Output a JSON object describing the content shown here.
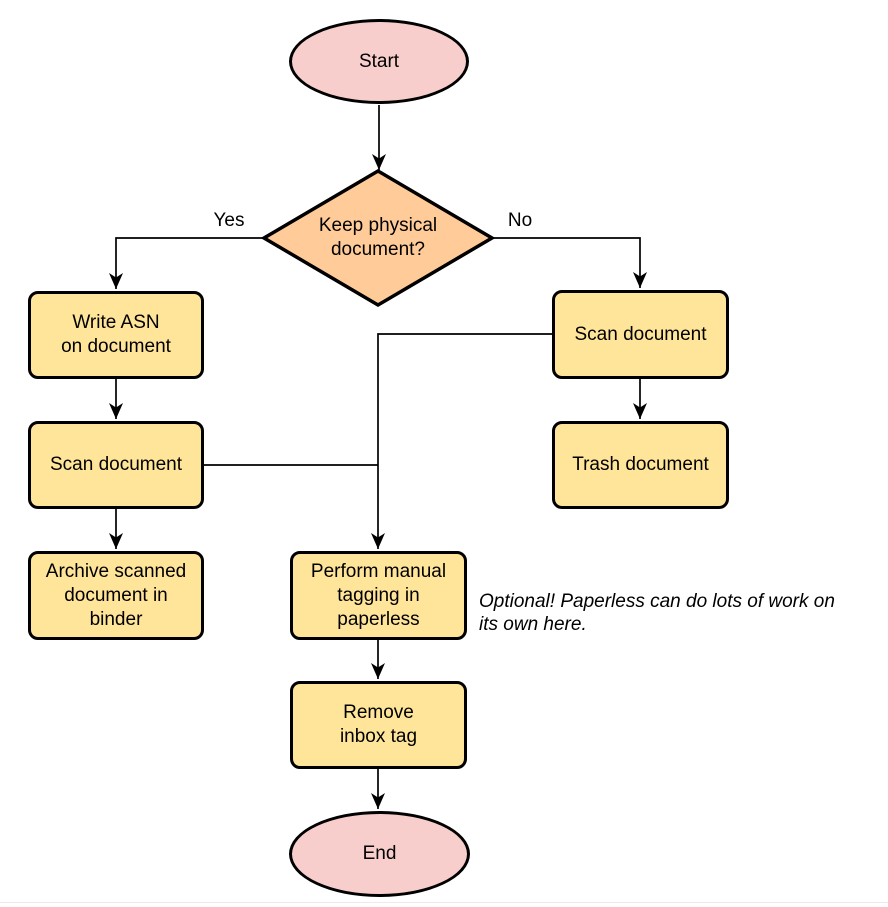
{
  "diagram": {
    "nodes": {
      "start": {
        "label": "Start",
        "shape": "terminal"
      },
      "decision": {
        "label": "Keep physical\ndocument?",
        "shape": "decision"
      },
      "write_asn": {
        "label": "Write ASN\non document",
        "shape": "process"
      },
      "scan_left": {
        "label": "Scan document",
        "shape": "process"
      },
      "archive": {
        "label": "Archive scanned\ndocument in\nbinder",
        "shape": "process"
      },
      "scan_right": {
        "label": "Scan document",
        "shape": "process"
      },
      "trash": {
        "label": "Trash document",
        "shape": "process"
      },
      "tagging": {
        "label": "Perform manual\ntagging in\npaperless",
        "shape": "process"
      },
      "remove_inbox": {
        "label": "Remove\ninbox tag",
        "shape": "process"
      },
      "end": {
        "label": "End",
        "shape": "terminal"
      }
    },
    "edge_labels": {
      "yes": "Yes",
      "no": "No"
    },
    "annotation": "Optional! Paperless can do lots of work on\nits own here.",
    "colors": {
      "terminal_fill": "#f8cecc",
      "decision_fill": "#ffcc99",
      "process_fill": "#ffe599",
      "stroke": "#000000"
    }
  }
}
